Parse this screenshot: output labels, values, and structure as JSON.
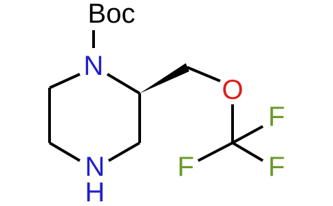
{
  "molecule": {
    "atoms": {
      "boc": {
        "label": "Boc",
        "color": "#000000"
      },
      "n1": {
        "label": "N",
        "color": "#1f1fcc"
      },
      "n4": {
        "label": "N",
        "color": "#1f1fcc"
      },
      "h4": {
        "label": "H",
        "color": "#1f1fcc"
      },
      "o": {
        "label": "O",
        "color": "#e01b1b"
      },
      "f_top": {
        "label": "F",
        "color": "#6b9a2a"
      },
      "f_left": {
        "label": "F",
        "color": "#6b9a2a"
      },
      "f_right": {
        "label": "F",
        "color": "#6b9a2a"
      }
    },
    "stereo": {
      "c2_to_ch2": "wedge"
    }
  }
}
